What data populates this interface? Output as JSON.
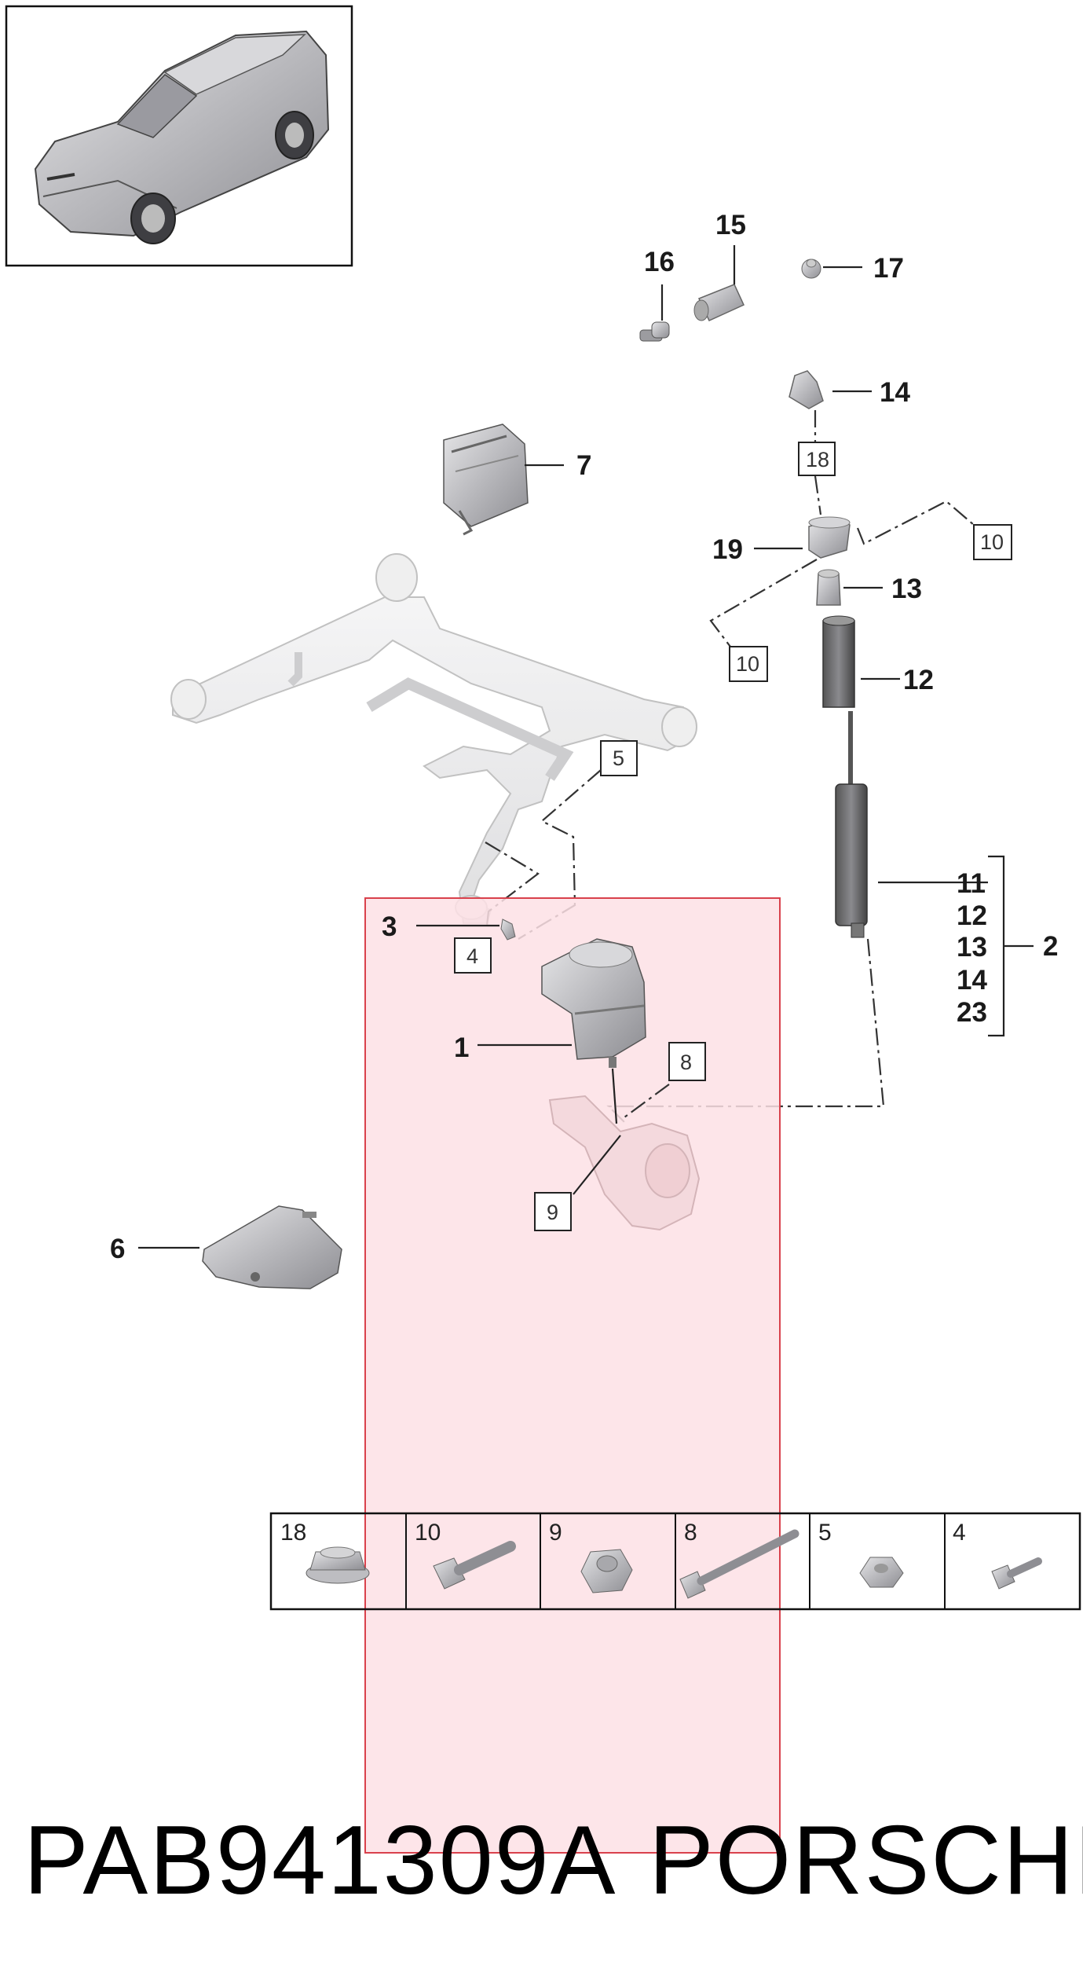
{
  "callouts": {
    "c1": "1",
    "c2": "2",
    "c3": "3",
    "c6": "6",
    "c7": "7",
    "c11": "11",
    "c12": "12",
    "c13": "13",
    "c14": "14",
    "c15": "15",
    "c16": "16",
    "c17": "17",
    "c19": "19"
  },
  "boxed_refs": {
    "b4": "4",
    "b5": "5",
    "b8": "8",
    "b9": "9",
    "b10a": "10",
    "b10b": "10",
    "b18": "18"
  },
  "group_bracket": [
    "11",
    "12",
    "13",
    "14",
    "23"
  ],
  "hardware_table": [
    {
      "label": "18",
      "icon": "flange-nut-icon"
    },
    {
      "label": "10",
      "icon": "bolt-icon"
    },
    {
      "label": "9",
      "icon": "hex-nut-icon"
    },
    {
      "label": "8",
      "icon": "long-bolt-icon"
    },
    {
      "label": "5",
      "icon": "hex-nut-icon"
    },
    {
      "label": "4",
      "icon": "short-bolt-icon"
    }
  ],
  "footer": {
    "part_number": "PAB941309A",
    "brand": "PORSCHE"
  },
  "colors": {
    "highlight_fill": "#fde0e5",
    "highlight_stroke": "#d9414c",
    "part_gray": "#c9c9cc",
    "frame_gray": "#ededee"
  }
}
